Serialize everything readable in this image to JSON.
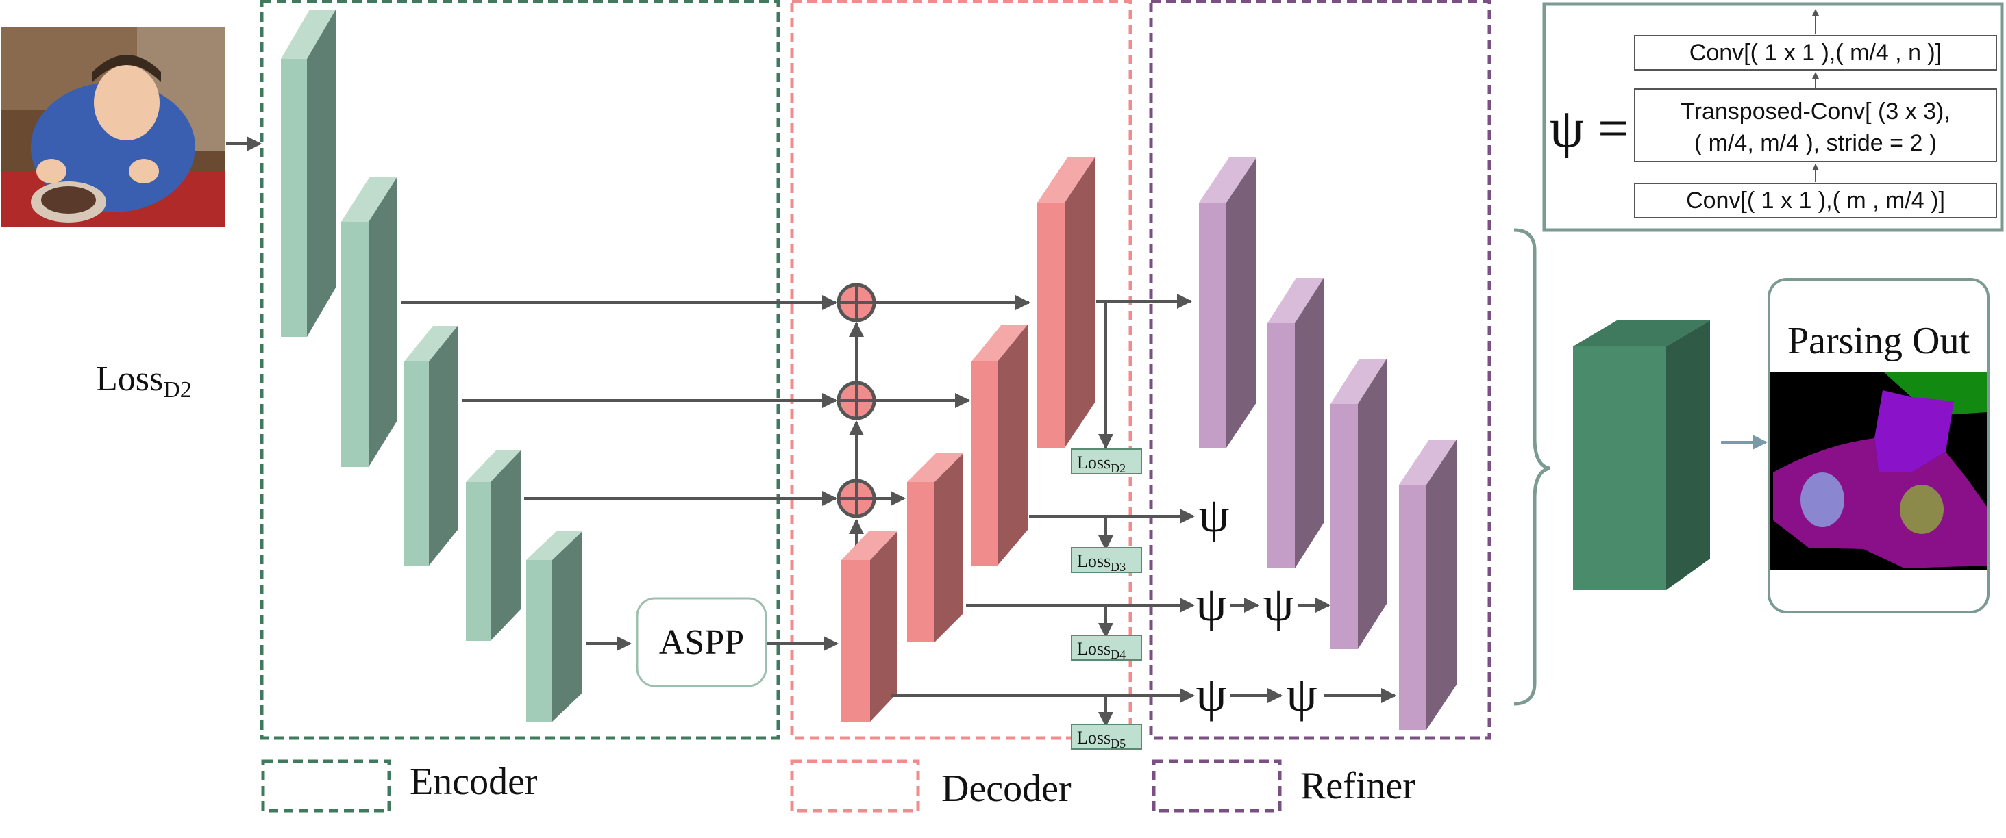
{
  "labels": {
    "loss_side": "Loss",
    "loss_side_sub": "D2",
    "aspp": "ASPP",
    "parsing_out": "Parsing Out",
    "psi": "ψ",
    "psi_eq": "ψ =",
    "loss_prefix": "Loss",
    "loss_d2_sub": "D2",
    "loss_d3_sub": "D3",
    "loss_d4_sub": "D4",
    "loss_d5_sub": "D5"
  },
  "legend": {
    "encoder": "Encoder",
    "decoder": "Decoder",
    "refiner": "Refiner"
  },
  "psi_definition": {
    "row1": "Conv[( 1 x 1 ),( m/4 , n )]",
    "row2_line1": "Transposed-Conv[ (3 x 3),",
    "row2_line2": "( m/4, m/4 ), stride = 2 )",
    "row3": "Conv[( 1 x 1 ),( m , m/4 )]"
  },
  "colors": {
    "encoder": "#3f7a5e",
    "decoder": "#f08c8c",
    "refiner": "#7a4f82",
    "encoder_front": "#a3ccb8",
    "encoder_side": "#5f7f72",
    "decoder_front": "#f08c8c",
    "decoder_side": "#9b5858",
    "refiner_front": "#c49ec6",
    "refiner_side": "#7a6079",
    "block_front": "#4a8b6c",
    "block_side": "#2f5a46",
    "arrow": "#555555"
  }
}
